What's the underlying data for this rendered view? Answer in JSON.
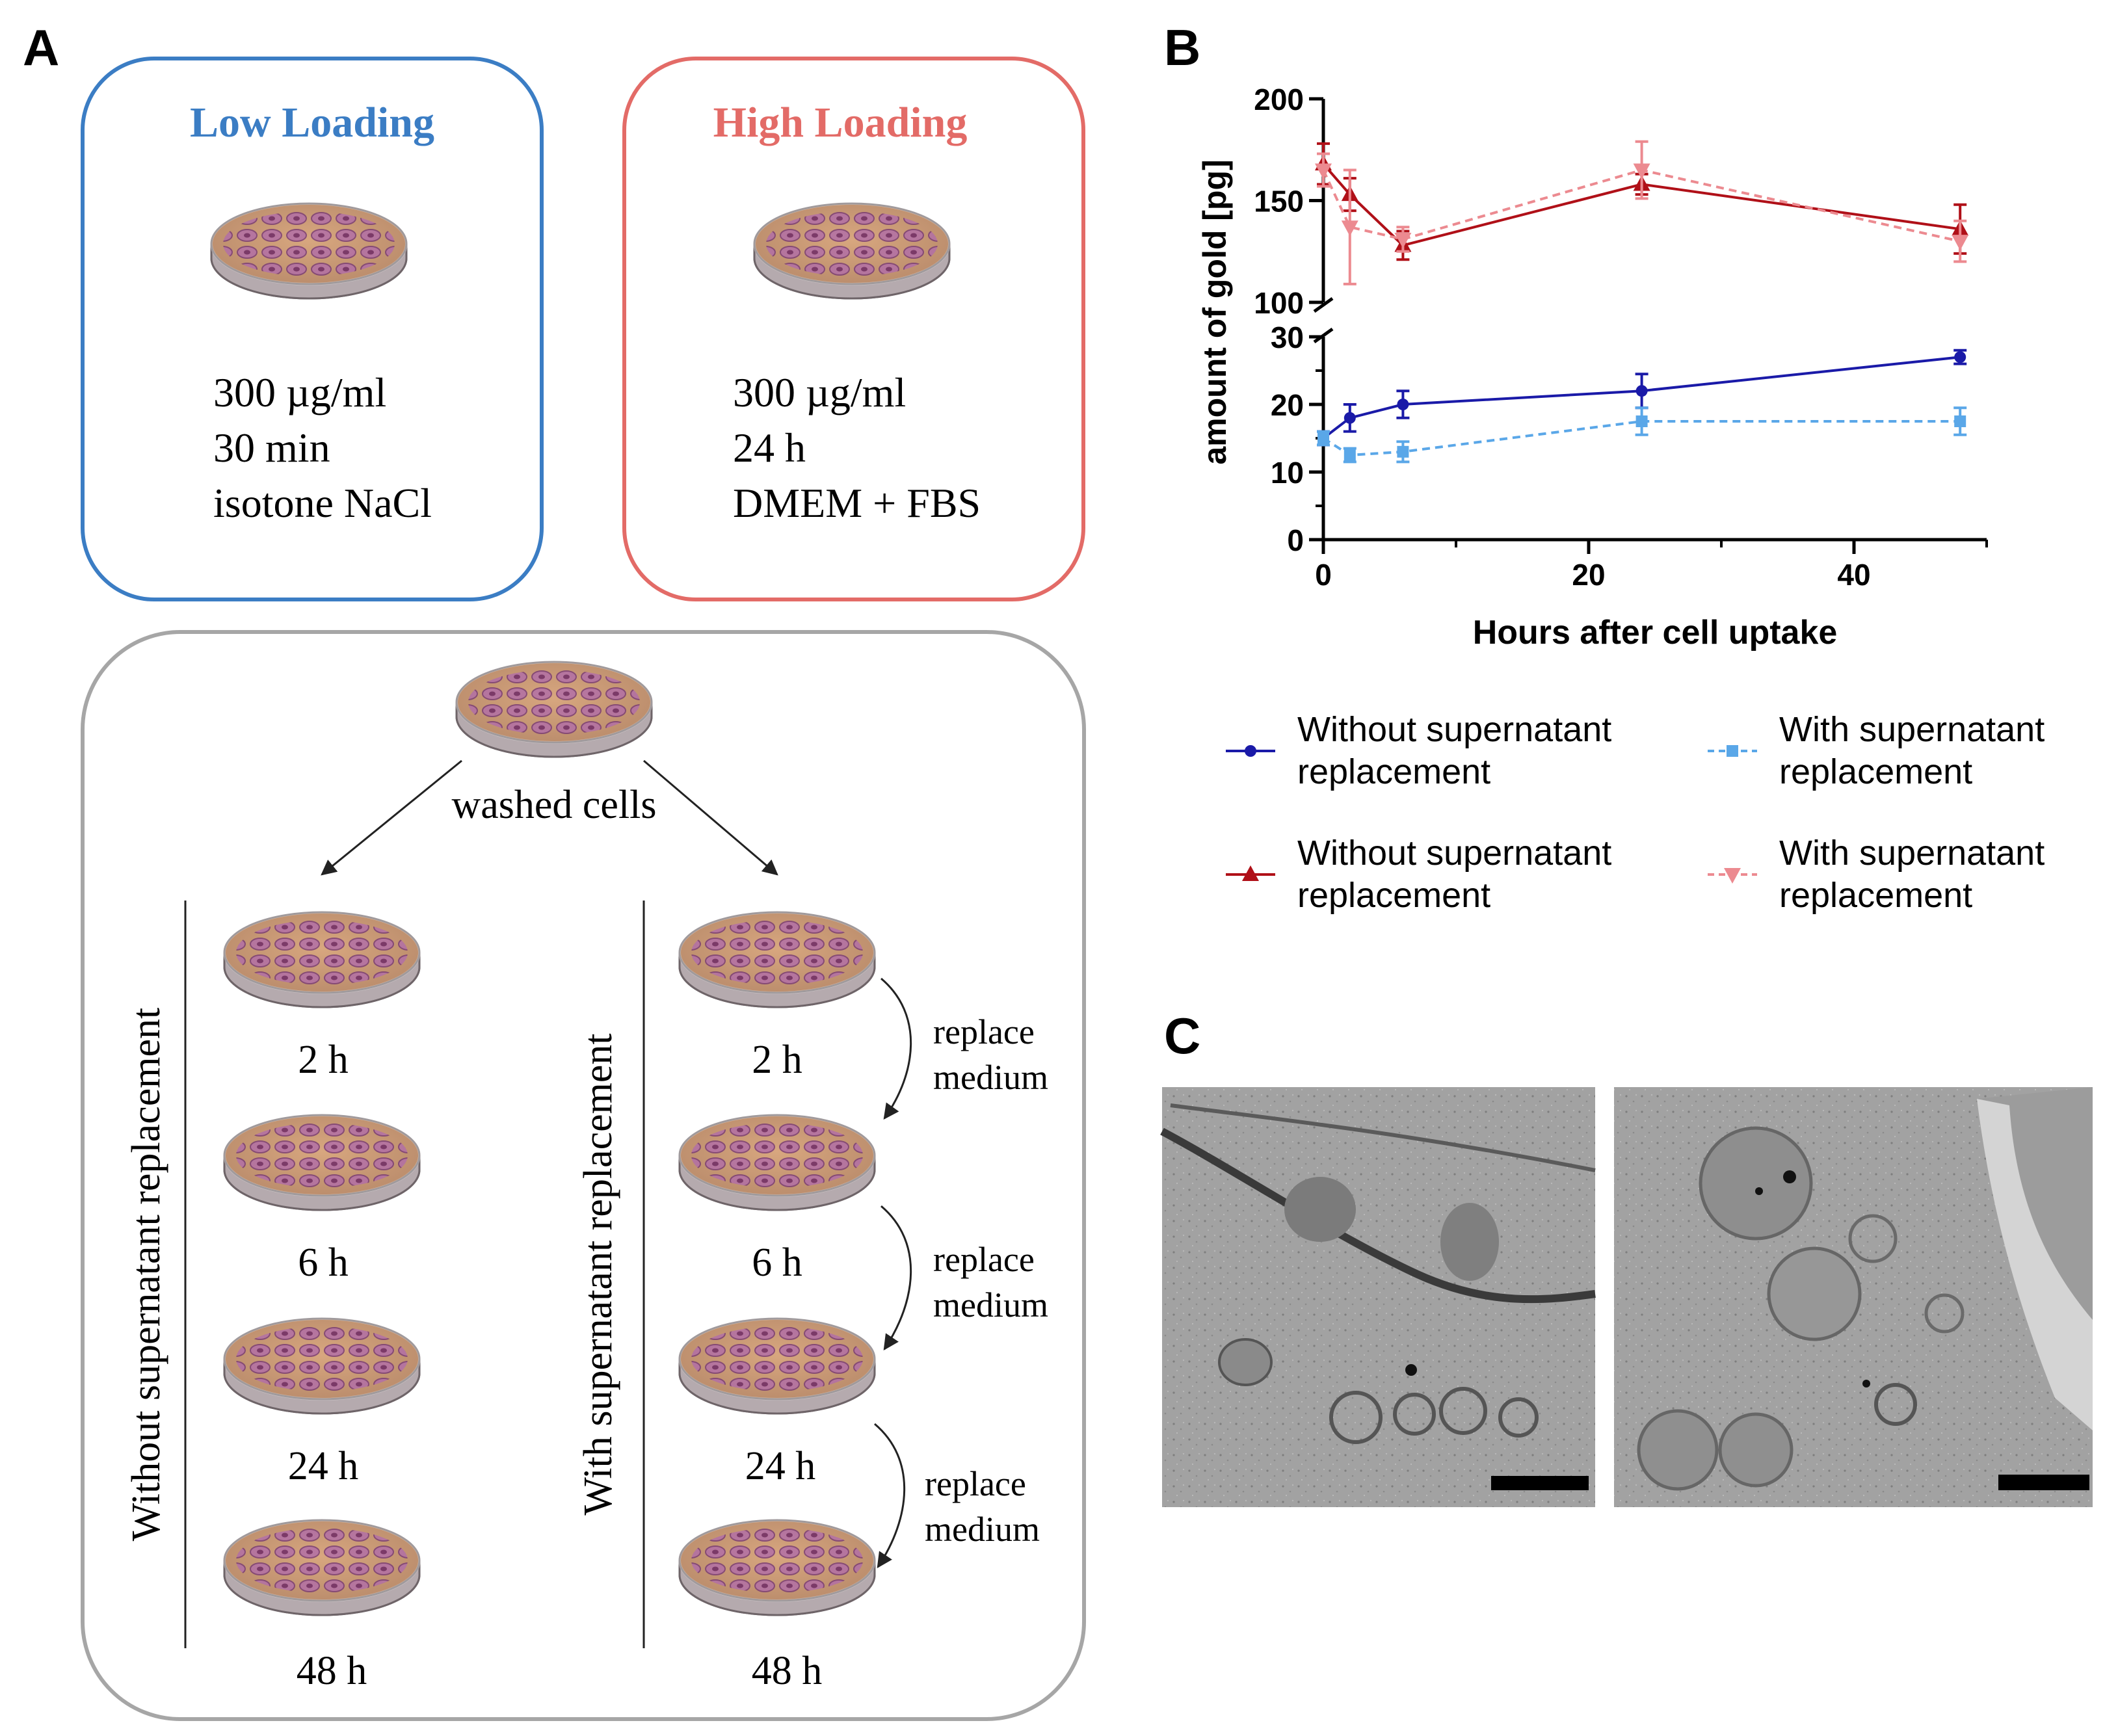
{
  "panel_labels": {
    "a": "A",
    "b": "B",
    "c": "C"
  },
  "low_loading": {
    "title": "Low Loading",
    "lines": [
      "300 µg/ml",
      "30 min",
      "isotone NaCl"
    ],
    "color": "#3b7dc4"
  },
  "high_loading": {
    "title": "High Loading",
    "lines": [
      "300 µg/ml",
      "24 h",
      "DMEM + FBS"
    ],
    "color": "#e36b67"
  },
  "workflow": {
    "washed_cells": "washed cells",
    "left_label": "Without supernatant replacement",
    "right_label": "With supernatant replacement",
    "timepoints": [
      "2 h",
      "6 h",
      "24 h",
      "48 h"
    ],
    "replace_line1": "replace",
    "replace_line2": "medium"
  },
  "chart_data": {
    "type": "line",
    "title": "",
    "xlabel": "Hours after cell uptake",
    "ylabel": "amount of gold [pg]",
    "xlim": [
      0,
      50
    ],
    "x_ticks": [
      "0",
      "20",
      "40"
    ],
    "y_lower": {
      "range": [
        0,
        30
      ],
      "ticks": [
        "0",
        "10",
        "20",
        "30"
      ]
    },
    "y_upper": {
      "range": [
        100,
        200
      ],
      "ticks": [
        "100",
        "150",
        "200"
      ]
    },
    "axis_break": true,
    "legend_position": "below",
    "series": [
      {
        "name": "Without supernatant replacement",
        "group": "low",
        "color": "#1a1aa8",
        "dash": false,
        "marker": "circle",
        "x": [
          0,
          2,
          6,
          24,
          48
        ],
        "y": [
          15,
          18,
          20,
          22,
          27
        ],
        "err": [
          1,
          2,
          2,
          2.5,
          1
        ]
      },
      {
        "name": "With supernatant replacement",
        "group": "low",
        "color": "#5aa7e8",
        "dash": true,
        "marker": "square",
        "x": [
          0,
          2,
          6,
          24,
          48
        ],
        "y": [
          15,
          12.5,
          13,
          17.5,
          17.5
        ],
        "err": [
          1,
          1,
          1.5,
          2,
          2
        ]
      },
      {
        "name": "Without supernatant replacement",
        "group": "high",
        "color": "#b01018",
        "dash": false,
        "marker": "triangle-up",
        "x": [
          0,
          2,
          6,
          24,
          48
        ],
        "y": [
          168,
          153,
          128,
          158,
          136
        ],
        "err": [
          10,
          8,
          7,
          5,
          12
        ]
      },
      {
        "name": "With supernatant replacement",
        "group": "high",
        "color": "#ec8a90",
        "dash": true,
        "marker": "triangle-down",
        "x": [
          0,
          2,
          6,
          24,
          48
        ],
        "y": [
          165,
          137,
          131,
          165,
          130
        ],
        "err": [
          8,
          28,
          6,
          14,
          10
        ]
      }
    ]
  },
  "legend_lines": {
    "l1": "Without supernatant",
    "l2": "replacement",
    "r1": "With supernatant",
    "r2": "replacement"
  }
}
